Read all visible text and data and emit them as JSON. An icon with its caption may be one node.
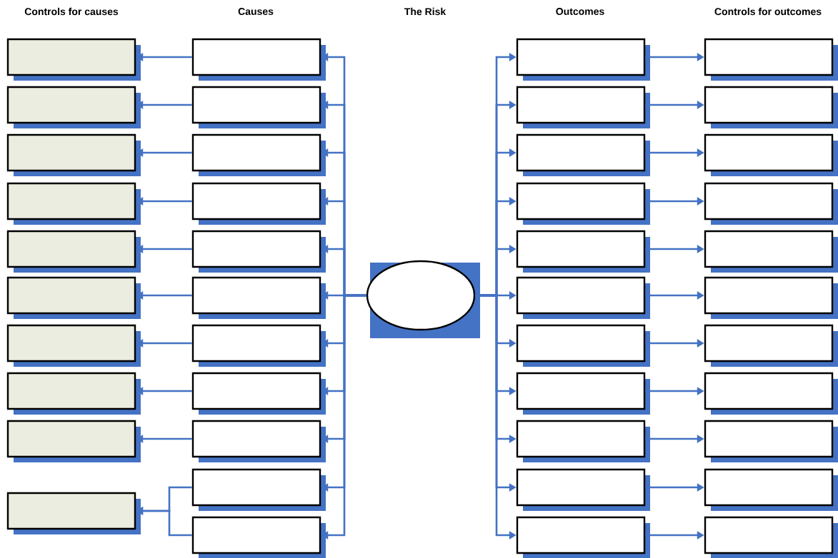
{
  "diagram": {
    "nodes": [
      {
        "text": [],
        "shape": "box"
      },
      {
        "text": [],
        "shape": "box"
      },
      {
        "text": [],
        "shape": "box"
      },
      {
        "text": [],
        "shape": "box"
      },
      {
        "text": [],
        "shape": "box"
      },
      {
        "text": [],
        "shape": "box"
      },
      {
        "text": [],
        "shape": "box"
      },
      {
        "text": [],
        "shape": "box"
      },
      {
        "text": [],
        "shape": "box"
      },
      {
        "text": [],
        "shape": "box"
      },
      {
        "text": [],
        "shape": "box"
      },
      {
        "text": [],
        "shape": "box"
      },
      {
        "text": [],
        "shape": "box"
      },
      {
        "text": [],
        "shape": "box"
      },
      {
        "text": [],
        "shape": "box"
      },
      {
        "text": [],
        "shape": "box"
      },
      {
        "text": [],
        "shape": "box"
      },
      {
        "text": [],
        "shape": "box"
      },
      {
        "text": [],
        "shape": "box"
      },
      {
        "text": [],
        "shape": "box"
      },
      {
        "text": [],
        "shape": "box"
      },
      {
        "text": [],
        "shape": "ellipse"
      },
      {
        "text": [],
        "shape": "box"
      },
      {
        "text": [],
        "shape": "box"
      },
      {
        "text": [],
        "shape": "box"
      },
      {
        "text": [],
        "shape": "box"
      },
      {
        "text": [],
        "shape": "box"
      },
      {
        "text": [],
        "shape": "box"
      },
      {
        "text": [],
        "shape": "box"
      },
      {
        "text": [],
        "shape": "box"
      },
      {
        "text": [],
        "shape": "box"
      },
      {
        "text": [],
        "shape": "box"
      },
      {
        "text": [],
        "shape": "box"
      },
      {
        "text": [],
        "shape": "box"
      },
      {
        "text": [],
        "shape": "box"
      },
      {
        "text": [],
        "shape": "box"
      },
      {
        "text": [],
        "shape": "box"
      },
      {
        "text": [],
        "shape": "box"
      },
      {
        "text": [],
        "shape": "box"
      },
      {
        "text": [],
        "shape": "box"
      },
      {
        "text": [],
        "shape": "box"
      },
      {
        "text": [],
        "shape": "box"
      },
      {
        "text": [],
        "shape": "box"
      },
      {
        "text": [],
        "shape": "box"
      }
    ],
    "edges": [
      {
        "from": 21,
        "to": 10,
        "arrow": "to"
      },
      {
        "from": 21,
        "to": 11,
        "arrow": "to"
      },
      {
        "from": 21,
        "to": 12,
        "arrow": "to"
      },
      {
        "from": 21,
        "to": 13,
        "arrow": "to"
      },
      {
        "from": 21,
        "to": 14,
        "arrow": "to"
      },
      {
        "from": 21,
        "to": 15,
        "arrow": "to"
      },
      {
        "from": 21,
        "to": 16,
        "arrow": "to"
      },
      {
        "from": 21,
        "to": 17,
        "arrow": "to"
      },
      {
        "from": 21,
        "to": 18,
        "arrow": "to"
      },
      {
        "from": 21,
        "to": 19,
        "arrow": "to"
      },
      {
        "from": 21,
        "to": 20,
        "arrow": "to"
      },
      {
        "from": 10,
        "to": 0,
        "arrow": "to"
      },
      {
        "from": 11,
        "to": 1,
        "arrow": "to"
      },
      {
        "from": 12,
        "to": 2,
        "arrow": "to"
      },
      {
        "from": 13,
        "to": 3,
        "arrow": "to"
      },
      {
        "from": 14,
        "to": 4,
        "arrow": "to"
      },
      {
        "from": 15,
        "to": 5,
        "arrow": "to"
      },
      {
        "from": 16,
        "to": 6,
        "arrow": "to"
      },
      {
        "from": 17,
        "to": 7,
        "arrow": "to"
      },
      {
        "from": 18,
        "to": 8,
        "arrow": "to"
      },
      {
        "from": 19,
        "to": 9,
        "arrow": "to"
      },
      {
        "from": 20,
        "to": 9,
        "arrow": "to"
      },
      {
        "from": 21,
        "to": 22,
        "arrow": "to"
      },
      {
        "from": 21,
        "to": 23,
        "arrow": "to"
      },
      {
        "from": 21,
        "to": 24,
        "arrow": "to"
      },
      {
        "from": 21,
        "to": 25,
        "arrow": "to"
      },
      {
        "from": 21,
        "to": 26,
        "arrow": "to"
      },
      {
        "from": 21,
        "to": 27,
        "arrow": "to"
      },
      {
        "from": 21,
        "to": 28,
        "arrow": "to"
      },
      {
        "from": 21,
        "to": 29,
        "arrow": "to"
      },
      {
        "from": 21,
        "to": 30,
        "arrow": "to"
      },
      {
        "from": 21,
        "to": 31,
        "arrow": "to"
      },
      {
        "from": 21,
        "to": 32,
        "arrow": "to"
      },
      {
        "from": 22,
        "to": 33,
        "arrow": "to"
      },
      {
        "from": 23,
        "to": 34,
        "arrow": "to"
      },
      {
        "from": 24,
        "to": 35,
        "arrow": "to"
      },
      {
        "from": 25,
        "to": 36,
        "arrow": "to"
      },
      {
        "from": 26,
        "to": 37,
        "arrow": "to"
      },
      {
        "from": 27,
        "to": 38,
        "arrow": "to"
      },
      {
        "from": 28,
        "to": 39,
        "arrow": "to"
      },
      {
        "from": 29,
        "to": 40,
        "arrow": "to"
      },
      {
        "from": 30,
        "to": 41,
        "arrow": "to"
      },
      {
        "from": 31,
        "to": 42,
        "arrow": "to"
      },
      {
        "from": 32,
        "to": 43,
        "arrow": "to"
      }
    ],
    "labels": [
      "Controls for causes",
      "Causes",
      "The Risk",
      "Outcomes",
      "Controls for outcomes"
    ]
  }
}
